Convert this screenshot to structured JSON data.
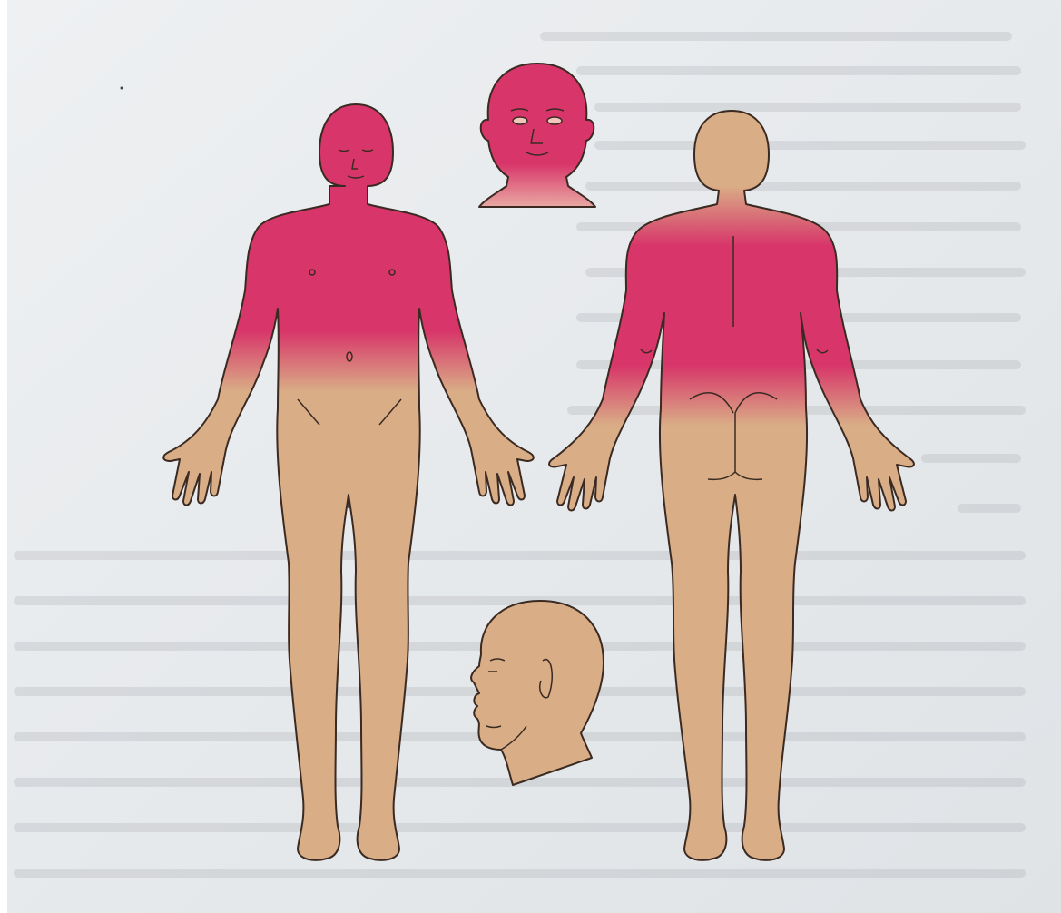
{
  "figure": {
    "colors": {
      "paper": "#e6e9ec",
      "paper_edge": "#d4d8dc",
      "bleed_text": "#8d8f95",
      "skin": "#d9ad86",
      "highlight": "#d8366a",
      "outline": "#3a2a22"
    },
    "views": [
      {
        "name": "front-body"
      },
      {
        "name": "back-body"
      },
      {
        "name": "head-front"
      },
      {
        "name": "head-profile"
      }
    ],
    "highlighted_regions": [
      "face",
      "neck",
      "chest",
      "shoulders",
      "upper-arms",
      "upper-back"
    ]
  }
}
